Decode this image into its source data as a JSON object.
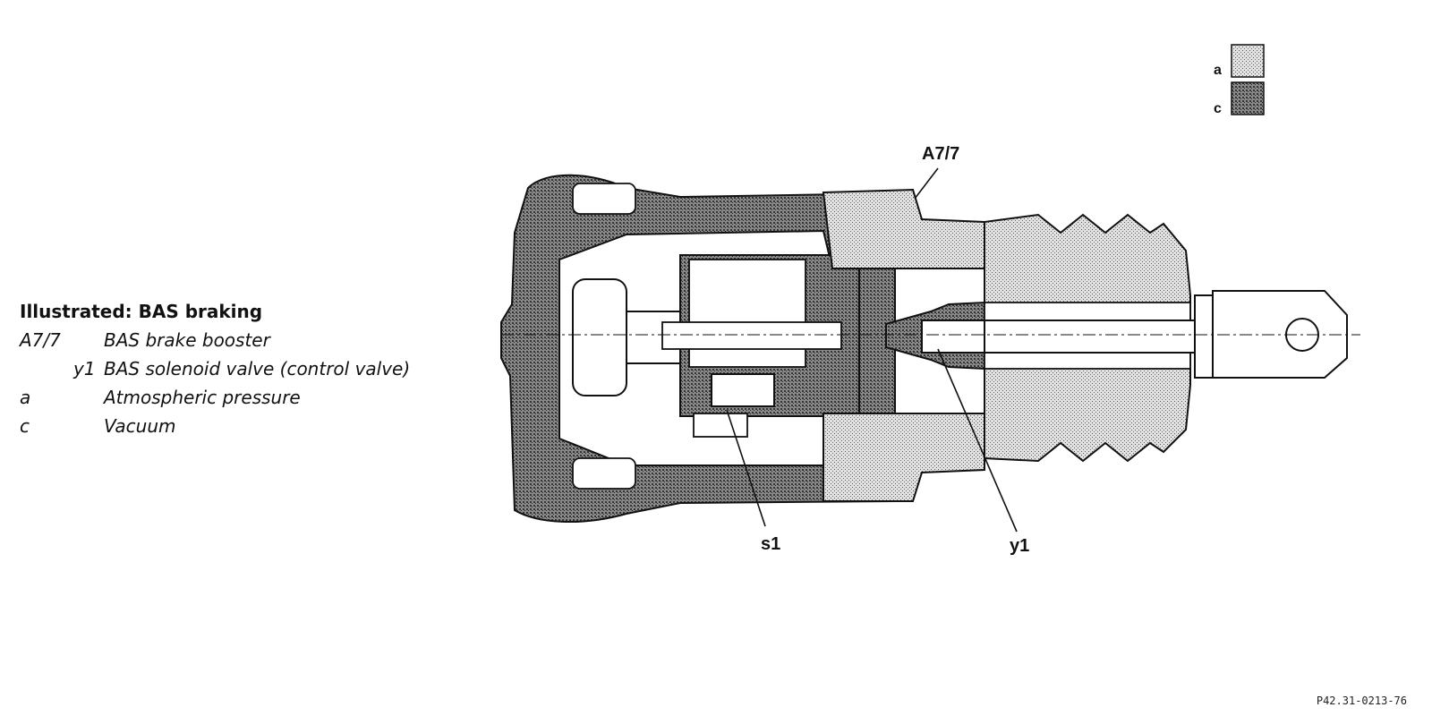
{
  "legend": {
    "title": "Illustrated: BAS braking",
    "items": [
      {
        "code": "A7/7",
        "desc": "BAS brake booster"
      },
      {
        "code": "y1",
        "desc": "BAS solenoid valve (control valve)"
      },
      {
        "code": "a",
        "desc": "Atmospheric pressure"
      },
      {
        "code": "c",
        "desc": "Vacuum"
      }
    ]
  },
  "key": {
    "a": "a",
    "c": "c"
  },
  "callouts": {
    "assembly": "A7/7",
    "s1": "s1",
    "y1": "y1"
  },
  "figure_code": "P42.31-0213-76",
  "colors": {
    "atmospheric": "#c9c9c9",
    "vacuum": "#7a7a7a",
    "ink": "#111111"
  }
}
